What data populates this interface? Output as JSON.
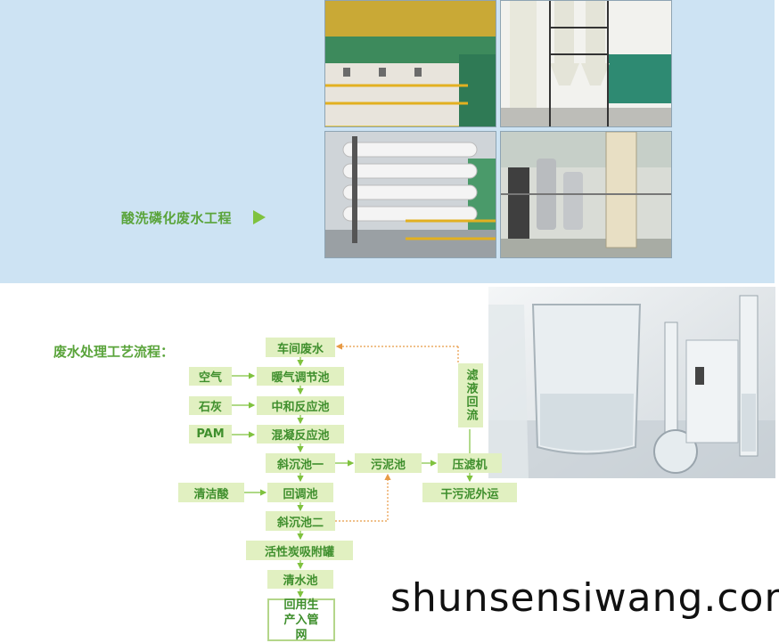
{
  "project_title": "酸洗磷化废水工程",
  "process_title": "废水处理工艺流程：",
  "flow": {
    "workshop_wastewater": "车间废水",
    "air": "空气",
    "aeration_tank": "暖气调节池",
    "lime": "石灰",
    "neutralization_tank": "中和反应池",
    "pam": "PAM",
    "coagulation_tank": "混凝反应池",
    "inclined_tank_1": "斜沉池一",
    "sludge_tank": "污泥池",
    "filter_press": "压滤机",
    "filtrate_return": "滤液回流",
    "dry_sludge": "干污泥外运",
    "clean_acid": "清洁酸",
    "adjustment_tank": "回调池",
    "inclined_tank_2": "斜沉池二",
    "carbon_tank": "活性炭吸附罐",
    "clear_water_tank": "清水池",
    "reuse": "回用生产入管网"
  },
  "watermark": "shunsensiwang.com",
  "colors": {
    "band": "#cde3f3",
    "box_fill": "#e1f0c1",
    "box_text": "#3f8f2d",
    "flow_line": "#7fc23e",
    "return_line": "#e89a45"
  }
}
